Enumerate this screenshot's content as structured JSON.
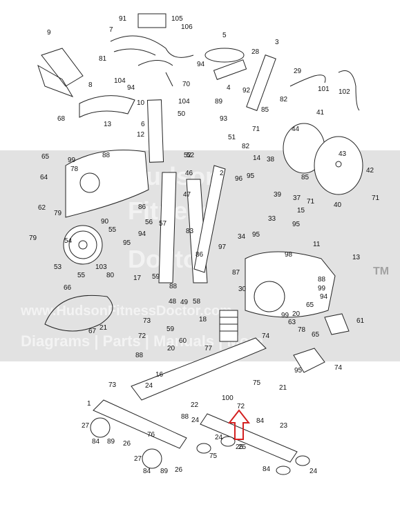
{
  "watermark": {
    "line1": "Hudson",
    "line2": "Fitness",
    "line3": "Doctor",
    "url": "www.HudsonFitnessDoctor.com",
    "tagline": "Diagrams | Parts | Manuals | More",
    "tm": "TM"
  },
  "arrow_color": "#d42020",
  "part_labels": [
    "91",
    "105",
    "106",
    "7",
    "9",
    "5",
    "3",
    "81",
    "94",
    "28",
    "29",
    "8",
    "104",
    "70",
    "104",
    "4",
    "92",
    "101",
    "102",
    "94",
    "10",
    "6",
    "89",
    "93",
    "85",
    "82",
    "68",
    "50",
    "52",
    "71",
    "44",
    "41",
    "13",
    "12",
    "88",
    "51",
    "52",
    "82",
    "65",
    "99",
    "78",
    "64",
    "46",
    "2",
    "96",
    "14",
    "38",
    "85",
    "37",
    "71",
    "42",
    "43",
    "40",
    "71",
    "62",
    "79",
    "79",
    "90",
    "86",
    "47",
    "95",
    "39",
    "15",
    "33",
    "95",
    "56",
    "57",
    "55",
    "54",
    "83",
    "97",
    "34",
    "95",
    "11",
    "13",
    "53",
    "55",
    "103",
    "80",
    "95",
    "94",
    "17",
    "59",
    "86",
    "87",
    "88",
    "99",
    "88",
    "66",
    "48",
    "49",
    "58",
    "30",
    "98",
    "94",
    "65",
    "20",
    "59",
    "72",
    "73",
    "21",
    "67",
    "18",
    "99",
    "63",
    "61",
    "78",
    "65",
    "88",
    "20",
    "60",
    "77",
    "74",
    "16",
    "95",
    "74",
    "24",
    "73",
    "75",
    "1",
    "22",
    "88",
    "100",
    "21",
    "84",
    "27",
    "84",
    "89",
    "26",
    "76",
    "24",
    "24",
    "23",
    "25",
    "84",
    "27",
    "84",
    "89",
    "26",
    "75",
    "25",
    "24",
    "72"
  ]
}
